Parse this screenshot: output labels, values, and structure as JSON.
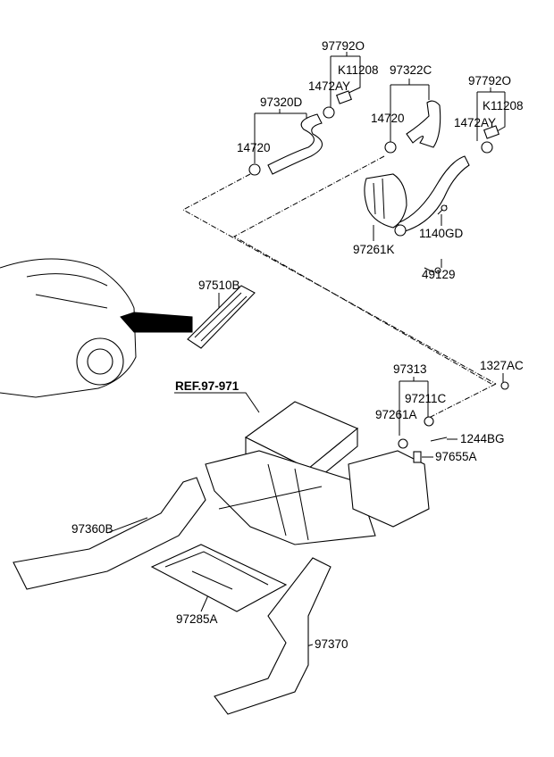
{
  "diagram": {
    "reference_label": "REF.97-971",
    "parts": {
      "p97792O_left": "97792O",
      "pK11208_left": "K11208",
      "p1472AY_left": "1472AY",
      "p97322C": "97322C",
      "p97320D": "97320D",
      "p14720_left": "14720",
      "p14720_mid": "14720",
      "p97792O_right": "97792O",
      "pK11208_right": "K11208",
      "p1472AY_right": "1472AY",
      "p1140GD": "1140GD",
      "p97261K": "97261K",
      "p49129": "49129",
      "p97510B": "97510B",
      "p97313": "97313",
      "p1327AC": "1327AC",
      "p97211C": "97211C",
      "p97261A": "97261A",
      "p1244BG": "1244BG",
      "p97655A": "97655A",
      "p97360B": "97360B",
      "p97285A": "97285A",
      "p97370": "97370"
    }
  }
}
